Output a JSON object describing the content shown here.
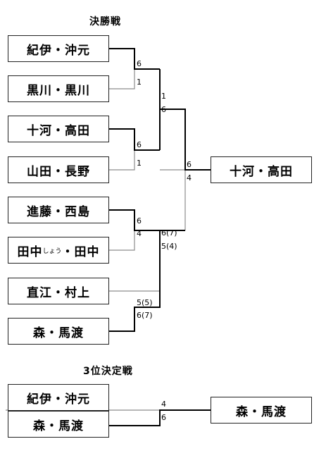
{
  "main_bracket": {
    "title": "決勝戦",
    "teams": [
      {
        "name": "紀伊・沖元"
      },
      {
        "name": "黒川・黒川"
      },
      {
        "name": "十河・高田"
      },
      {
        "name": "山田・長野"
      },
      {
        "name": "進藤・西島"
      },
      {
        "name_pre": "田中",
        "name_small": "しょう",
        "name_post": "・田中"
      },
      {
        "name": "直江・村上"
      },
      {
        "name": "森・馬渡"
      }
    ],
    "scores": {
      "r1m1_top": "6",
      "r1m1_bot": "1",
      "r1m2_top": "6",
      "r1m2_bot": "1",
      "r1m3_top": "6",
      "r1m3_bot": "4",
      "r1m4_top": "5(5)",
      "r1m4_bot": "6(7)",
      "r2m1_top": "1",
      "r2m1_bot": "6",
      "r2m2_top": "6(7)",
      "r2m2_bot": "5(4)",
      "final_top": "6",
      "final_bot": "4"
    },
    "winner": "十河・高田"
  },
  "third_place": {
    "title": "3位決定戦",
    "teams": [
      {
        "name": "紀伊・沖元"
      },
      {
        "name": "森・馬渡"
      }
    ],
    "scores": {
      "top": "4",
      "bot": "6"
    },
    "winner": "森・馬渡"
  }
}
